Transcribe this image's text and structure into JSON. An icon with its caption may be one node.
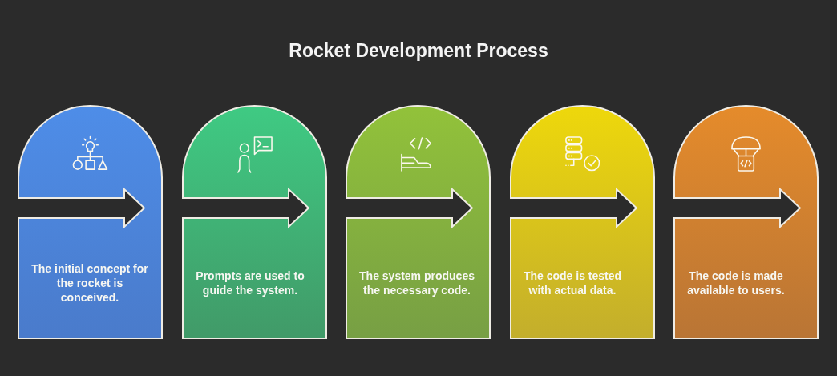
{
  "diagram": {
    "title": "Rocket Development Process",
    "nodes": [
      {
        "text": [
          "The initial concept for the rocket is conceived."
        ]
      },
      {
        "text": [
          "Prompts are used to guide the system."
        ]
      },
      {
        "text": [
          "The system produces the necessary code."
        ]
      },
      {
        "text": [
          "The code is tested with actual data."
        ]
      },
      {
        "text": [
          "The code is made available to users."
        ]
      }
    ]
  }
}
